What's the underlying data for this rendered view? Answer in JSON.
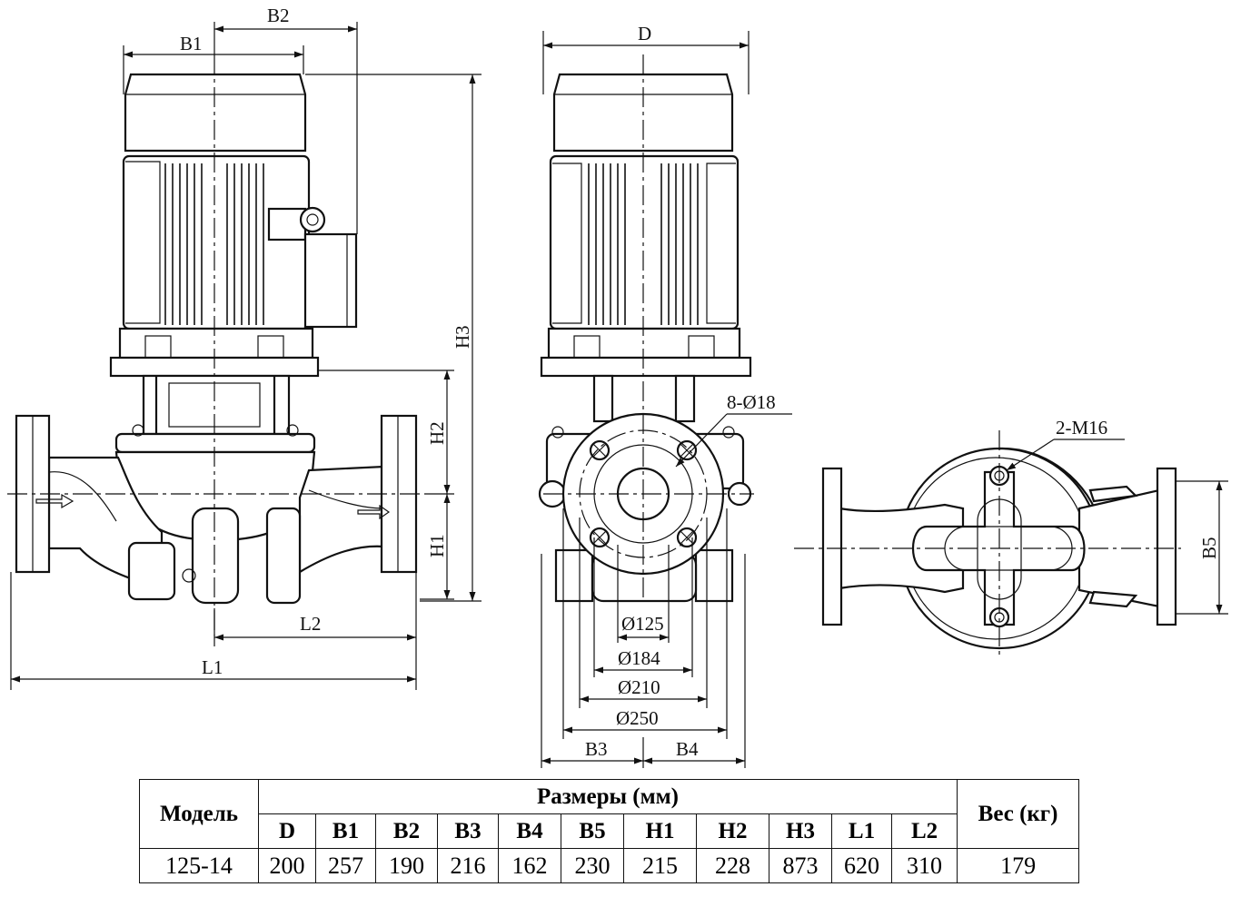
{
  "labels": {
    "B1": "B1",
    "B2": "B2",
    "H3": "H3",
    "H2": "H2",
    "H1": "H1",
    "L1": "L1",
    "L2": "L2",
    "D": "D",
    "B3": "B3",
    "B4": "B4",
    "B5": "B5",
    "holes": "8-Ø18",
    "threads": "2-M16",
    "d125": "Ø125",
    "d184": "Ø184",
    "d210": "Ø210",
    "d250": "Ø250"
  },
  "table": {
    "model_header": "Модель",
    "dims_header": "Размеры (мм)",
    "weight_header": "Вес (кг)",
    "columns": [
      "D",
      "B1",
      "B2",
      "B3",
      "B4",
      "B5",
      "H1",
      "H2",
      "H3",
      "L1",
      "L2"
    ],
    "row": {
      "model": "125-14",
      "values": [
        "200",
        "257",
        "190",
        "216",
        "162",
        "230",
        "215",
        "228",
        "873",
        "620",
        "310"
      ],
      "weight": "179"
    }
  }
}
